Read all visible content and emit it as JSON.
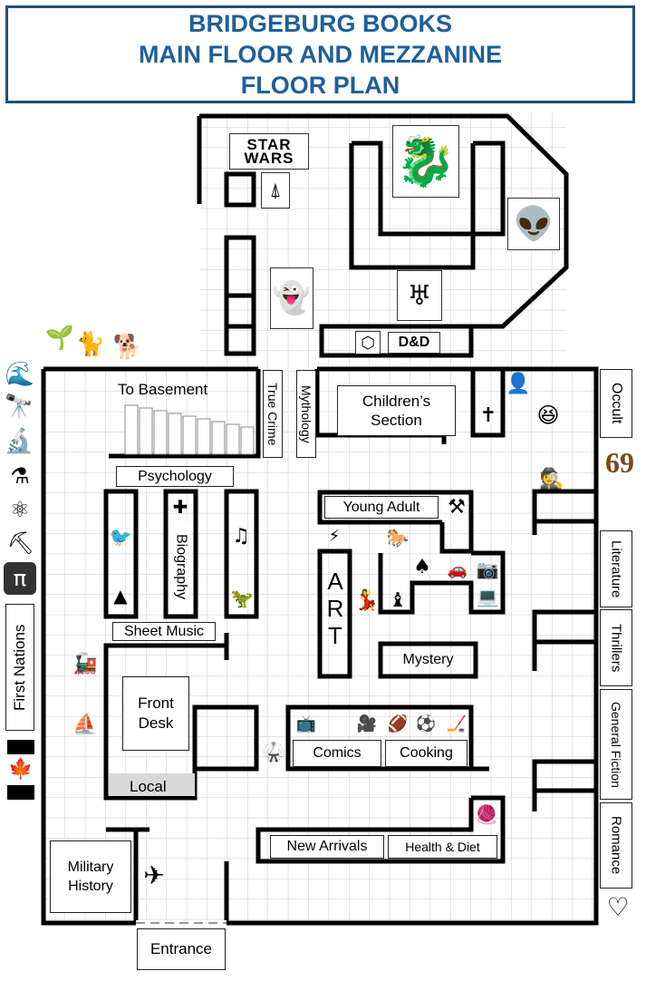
{
  "title": {
    "line1": "BRIDGEBURG BOOKS",
    "line2": "MAIN FLOOR AND MEZZANINE",
    "line3": "FLOOR PLAN"
  },
  "colors": {
    "title": "#1f5f9a",
    "walls": "#000000",
    "grid": "#c8c8c8",
    "local_fill": "#d9d9d9"
  },
  "mezzanine": {
    "star_wars": "STAR\nWARS",
    "dnd": "D&D"
  },
  "main_floor": {
    "to_basement": "To Basement",
    "true_crime": "True Crime",
    "mythology": "Mythology",
    "childrens": "Children’s Section",
    "psychology": "Psychology",
    "biography": "Biography",
    "young_adult": "Young Adult",
    "art": "ART",
    "sheet_music": "Sheet Music",
    "mystery": "Mystery",
    "front_desk": "Front Desk",
    "comics": "Comics",
    "cooking": "Cooking",
    "local": "Local",
    "new_arrivals": "New Arrivals",
    "health_diet": "Health & Diet",
    "military_history": "Military History",
    "entrance": "Entrance"
  },
  "side_labels": {
    "occult": "Occult",
    "literature": "Literature",
    "thrillers": "Thrillers",
    "general_fiction": "General Fiction",
    "romance": "Romance",
    "first_nations": "First Nations",
    "pi": "π",
    "sixty_nine": "69"
  },
  "icons": [
    "plant-icon",
    "cat-icon",
    "dog-icon",
    "wave-icon",
    "telescope-icon",
    "microscope-icon",
    "flask-icon",
    "atom-icon",
    "pickaxe-icon",
    "pi-icon",
    "canada-flag-icon",
    "heart-icon",
    "bird-icon",
    "pyramid-icon",
    "music-note-icon",
    "dinosaur-icon",
    "first-aid-icon",
    "train-icon",
    "ship-icon",
    "airplane-icon",
    "karate-icon",
    "tv-icon",
    "movie-camera-icon",
    "football-icon",
    "soccer-icon",
    "hockey-icon",
    "yarn-icon",
    "tools-icon",
    "horse-icon",
    "spade-icon",
    "car-icon",
    "camera-icon",
    "computer-icon",
    "dancers-icon",
    "chess-icon",
    "lightning-icon",
    "cross-icon",
    "head-icon",
    "laughing-face-icon",
    "detective-icon",
    "alien-icon",
    "dragon-icon",
    "scream-mask-icon",
    "tolkien-icon",
    "d20-icon",
    "starfleet-icon"
  ]
}
